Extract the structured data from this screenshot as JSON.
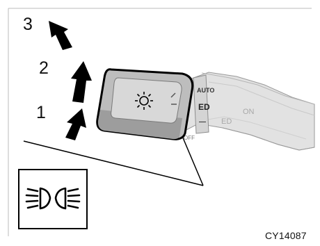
{
  "diagram": {
    "step_labels": [
      "1",
      "2",
      "3"
    ],
    "stalk_markings": [
      "AUTO",
      "ED",
      "—",
      "OFF",
      "ED",
      "ON"
    ],
    "figure_code": "CY14087",
    "icons": {
      "stalk_tip": "headlight-sun-icon",
      "inset": "high-beam-headlight-icon"
    }
  }
}
